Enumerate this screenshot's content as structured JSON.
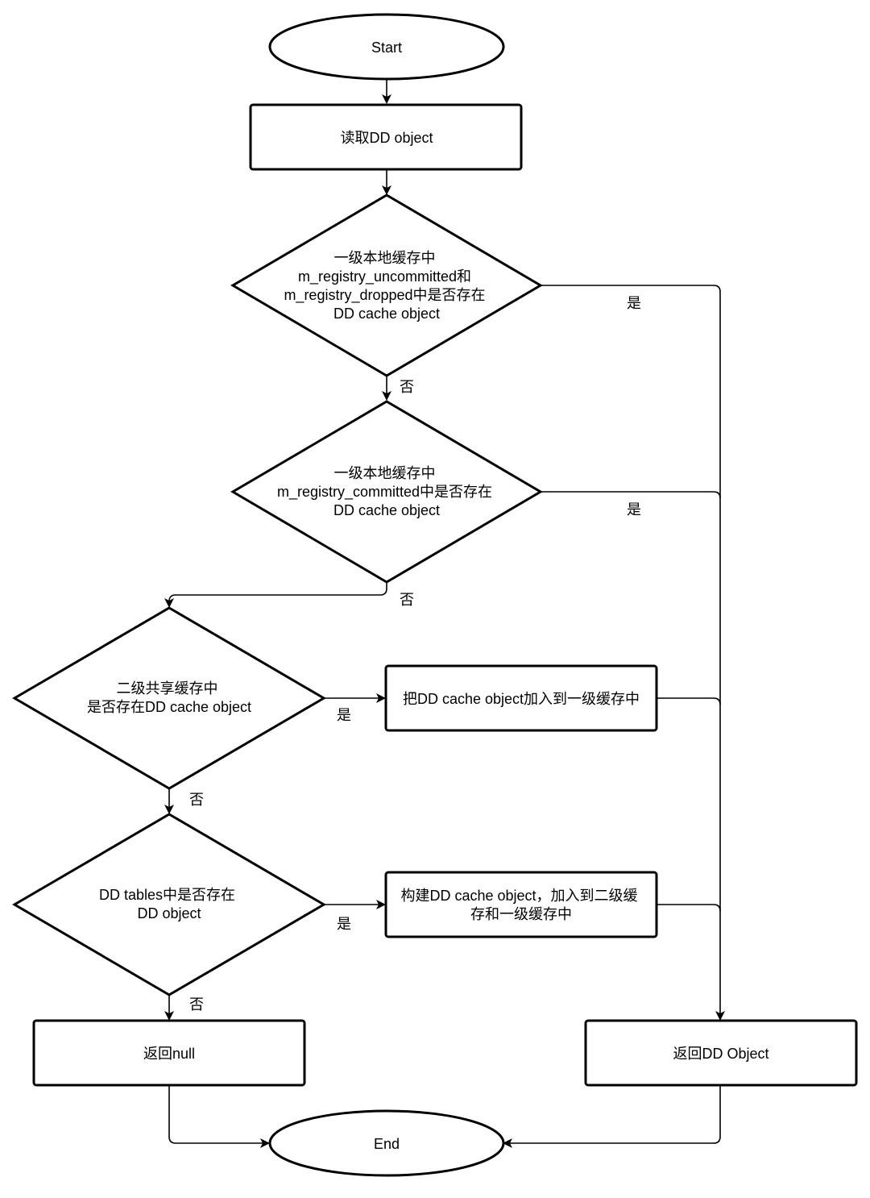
{
  "nodes": {
    "start": {
      "lines": [
        "Start"
      ]
    },
    "read": {
      "lines": [
        "读取DD object"
      ]
    },
    "d1": {
      "lines": [
        "一级本地缓存中",
        "m_registry_uncommitted和",
        "m_registry_dropped中是否存在",
        "DD cache object"
      ]
    },
    "d2": {
      "lines": [
        "一级本地缓存中",
        "m_registry_committed中是否存在",
        "DD cache object"
      ]
    },
    "d3": {
      "lines": [
        "二级共享缓存中",
        "是否存在DD cache object"
      ]
    },
    "add_l1": {
      "lines": [
        "把DD cache object加入到一级缓存中"
      ]
    },
    "d4": {
      "lines": [
        "DD tables中是否存在",
        "DD object"
      ]
    },
    "build": {
      "lines": [
        "构建DD cache object，加入到二级缓",
        "存和一级缓存中"
      ]
    },
    "ret_null": {
      "lines": [
        "返回null"
      ]
    },
    "ret_obj": {
      "lines": [
        "返回DD Object"
      ]
    },
    "end": {
      "lines": [
        "End"
      ]
    }
  },
  "edge_labels": {
    "yes": "是",
    "no": "否"
  }
}
